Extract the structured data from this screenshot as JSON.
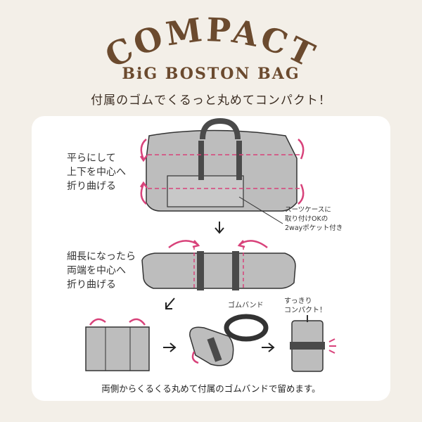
{
  "header": {
    "title": "COMPACT",
    "subtitle": "BiG BOSTON BAG",
    "tagline": "付属のゴムでくるっと丸めてコンパクト！"
  },
  "steps": {
    "step1_text": "平らにして\n上下を中心へ\n折り曲げる",
    "pocket_note": "スーツケースに\n取り付けOKの\n2wayポケット付き",
    "step2_text": "細長になったら\n両端を中心へ\n折り曲げる",
    "band_label": "ゴムバンド",
    "compact_label": "すっきり\nコンパクト！"
  },
  "footer": {
    "caption": "両側からくるくる丸めて付属のゴムバンドで留めます。"
  },
  "colors": {
    "brown": "#6b4a2e",
    "accent": "#d8427a",
    "bag_gray": "#b9b9b9",
    "strap": "#4a4a4a",
    "background": "#f3efe8"
  }
}
